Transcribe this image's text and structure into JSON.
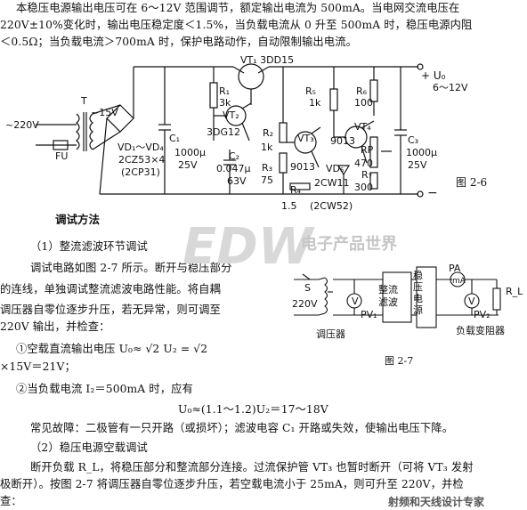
{
  "intro": {
    "line1": "本稳压电源输出电压可在 6～12V 范围调节，额定输出电流为 500mA。当电网交流电压在",
    "line2": "220V±10%变化时，输出电压稳定度＜1.5%，当负载电流从 0 升至 500mA 时，稳压电源内阻",
    "line3": "＜0.5Ω；当负载电流＞700mA 时，保护电路动作，自动限制输出电流。"
  },
  "circuit1": {
    "fig_label": "图 2-6",
    "labels": {
      "vt1": "VT₁  3DD15",
      "ac": "~220V",
      "t": "T",
      "v15": "~15V",
      "fu": "FU",
      "r1": "R₁",
      "r1v": "3k",
      "vt2": "VT₂",
      "r5": "R₅",
      "r5v": "1k",
      "r6": "R₆",
      "r6v": "100",
      "uo": "+ U₀",
      "uo_range": "6～12V",
      "vd": "VD₁～VD₄",
      "vd_part": "2CZ53×4",
      "vd_alt": "(2CP31)",
      "c1": "C₁",
      "c1v1": "1000μ",
      "c1v2": "25V",
      "dg": "3DG12",
      "r2": "R₂",
      "r2v": "1k",
      "vt3": "VT₃",
      "c2": "C₂",
      "c2v1": "0.047μ",
      "c2v2": "63V",
      "r3": "R₃",
      "r3v": "75",
      "q9013a": "9013",
      "q9013b": "9013",
      "vt4": "VT₄",
      "vd5": "VD₅",
      "vd5p": "2CW11",
      "rp": "RP",
      "rpv": "470",
      "r7": "R₇",
      "r7v": "300",
      "c3": "C₃",
      "c3v1": "1000μ",
      "c3v2": "25V",
      "r4": "R₄",
      "r4v": "1.5",
      "vd6": "(2CW52)",
      "minus": "−"
    }
  },
  "section": {
    "title": "调试方法",
    "sub1": "（1）整流滤波环节调试",
    "p1a": "调试电路如图 2-7 所示。断开与稳压部分",
    "p1b": "的连线，单独调试整流滤波电路性能。将自耦",
    "p1c": "调压器自零位逐步升压，若无异常，则可调至",
    "p1d": "220V 输出，并检查：",
    "c1a": "①空载直流输出电压 U₀≈ √2 U₂ = √2",
    "c1b": "×15V＝21V；",
    "c2": "②当负载电流 I₂＝500mA 时，应有",
    "formula": "U₀≈(1.1～1.2)U₂＝17～18V",
    "fault": "常见故障：二极管有一只开路（或损坏）；滤波电容 C₁ 开路或失效，使输出电压下降。",
    "sub2": "（2）稳压电源空载调试",
    "p2a": "断开负载 R_L，将稳压部分和整流部分连接。过流保护管 VT₃ 也暂时断开（可将 VT₃ 发射",
    "p2b": "极断开）。按图 2-7 将调压器自零位逐步升压，若空载电流小于 25mA，则可升至 220V，并检",
    "p2c": "查："
  },
  "circuit2": {
    "fig_label": "图 2-7",
    "s": "S",
    "v220": "220V",
    "tiaoyaqi": "调压器",
    "v1": "V",
    "pv1": "PV₁",
    "filter1": "整流",
    "filter2": "滤波",
    "reg1": "稳",
    "reg2": "压",
    "reg3": "电",
    "reg4": "源",
    "pa": "PA",
    "ma": "mA",
    "v2": "V",
    "pv2": "PV₂",
    "rl": "R_L",
    "load": "负载变阻器"
  },
  "watermarks": {
    "edw": "EDW",
    "cn1": "电子产品世界",
    "bottom": "射频和天线设计专家"
  }
}
